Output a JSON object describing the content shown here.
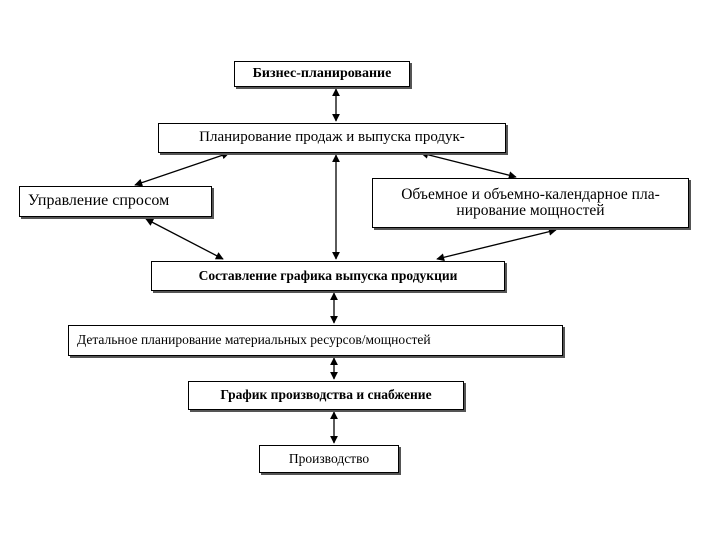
{
  "diagram": {
    "boxes": {
      "business_planning": "Бизнес-планирование",
      "sales_production_planning": "Планирование продаж и выпуска продук-",
      "demand_management": "Управление спросом",
      "capacity_planning": "Объемное и объемно-календарное пла-нирование мощностей",
      "production_schedule": "Составление графика выпуска продукции",
      "detailed_planning": "Детальное планирование материальных ресурсов/мощностей",
      "production_supply_schedule": "График производства и снабжение",
      "production": "Производство"
    },
    "connections": [
      {
        "from": "business_planning",
        "to": "sales_production_planning",
        "direction": "both"
      },
      {
        "from": "sales_production_planning",
        "to": "demand_management",
        "direction": "both"
      },
      {
        "from": "sales_production_planning",
        "to": "capacity_planning",
        "direction": "both"
      },
      {
        "from": "sales_production_planning",
        "to": "production_schedule",
        "direction": "both"
      },
      {
        "from": "demand_management",
        "to": "production_schedule",
        "direction": "both"
      },
      {
        "from": "capacity_planning",
        "to": "production_schedule",
        "direction": "both"
      },
      {
        "from": "production_schedule",
        "to": "detailed_planning",
        "direction": "both"
      },
      {
        "from": "detailed_planning",
        "to": "production_supply_schedule",
        "direction": "both"
      },
      {
        "from": "production_supply_schedule",
        "to": "production",
        "direction": "both"
      }
    ]
  }
}
